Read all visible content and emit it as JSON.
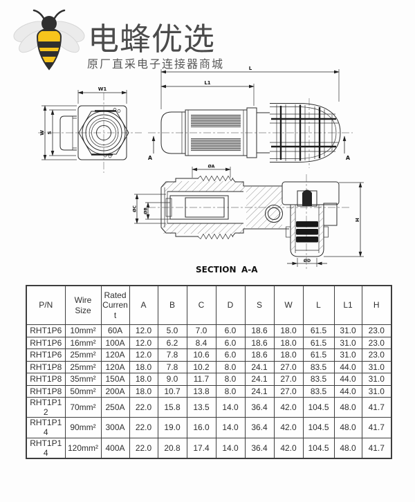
{
  "brand": {
    "name": "电蜂优选",
    "tagline": "原厂直采电子连接器商城",
    "accent_color": "#f7c41c",
    "ink_color": "#2f2f2f"
  },
  "drawing": {
    "section_word": "SECTION",
    "section_ref": "A-A",
    "labels": {
      "w1": "W1",
      "w": "W",
      "s": "S",
      "l": "L",
      "l1": "L1",
      "a_left": "A",
      "a_right": "A",
      "dia_a": "ØA",
      "dia_b": "ØB",
      "dia_c": "ØC",
      "dia_d": "ØD",
      "h": "H"
    }
  },
  "table": {
    "headers": [
      "P/N",
      "Wire Size",
      "Rated Current",
      "A",
      "B",
      "C",
      "D",
      "S",
      "W",
      "L",
      "L1",
      "H"
    ],
    "rows": [
      [
        "RHT1P6",
        "10mm²",
        "60A",
        "12.0",
        "5.0",
        "7.0",
        "6.0",
        "18.6",
        "18.0",
        "61.5",
        "31.0",
        "23.0"
      ],
      [
        "RHT1P6",
        "16mm²",
        "100A",
        "12.0",
        "6.2",
        "8.4",
        "6.0",
        "18.6",
        "18.0",
        "61.5",
        "31.0",
        "23.0"
      ],
      [
        "RHT1P6",
        "25mm²",
        "120A",
        "12.0",
        "7.8",
        "10.6",
        "6.0",
        "18.6",
        "18.0",
        "61.5",
        "31.0",
        "23.0"
      ],
      [
        "RHT1P8",
        "25mm²",
        "120A",
        "18.0",
        "7.8",
        "10.2",
        "8.0",
        "24.1",
        "27.0",
        "83.5",
        "44.0",
        "31.0"
      ],
      [
        "RHT1P8",
        "35mm²",
        "150A",
        "18.0",
        "9.0",
        "11.7",
        "8.0",
        "24.1",
        "27.0",
        "83.5",
        "44.0",
        "31.0"
      ],
      [
        "RHT1P8",
        "50mm²",
        "200A",
        "18.0",
        "10.7",
        "13.8",
        "8.0",
        "24.1",
        "27.0",
        "83.5",
        "44.0",
        "31.0"
      ],
      [
        "RHT1P12",
        "70mm²",
        "250A",
        "22.0",
        "15.8",
        "13.5",
        "14.0",
        "36.4",
        "42.0",
        "104.5",
        "48.0",
        "41.7"
      ],
      [
        "RHT1P14",
        "90mm²",
        "300A",
        "22.0",
        "19.0",
        "16.0",
        "14.0",
        "36.4",
        "42.0",
        "104.5",
        "48.0",
        "41.7"
      ],
      [
        "RHT1P14",
        "120mm²",
        "400A",
        "22.0",
        "20.8",
        "17.4",
        "14.0",
        "36.4",
        "42.0",
        "104.5",
        "48.0",
        "41.7"
      ]
    ]
  }
}
